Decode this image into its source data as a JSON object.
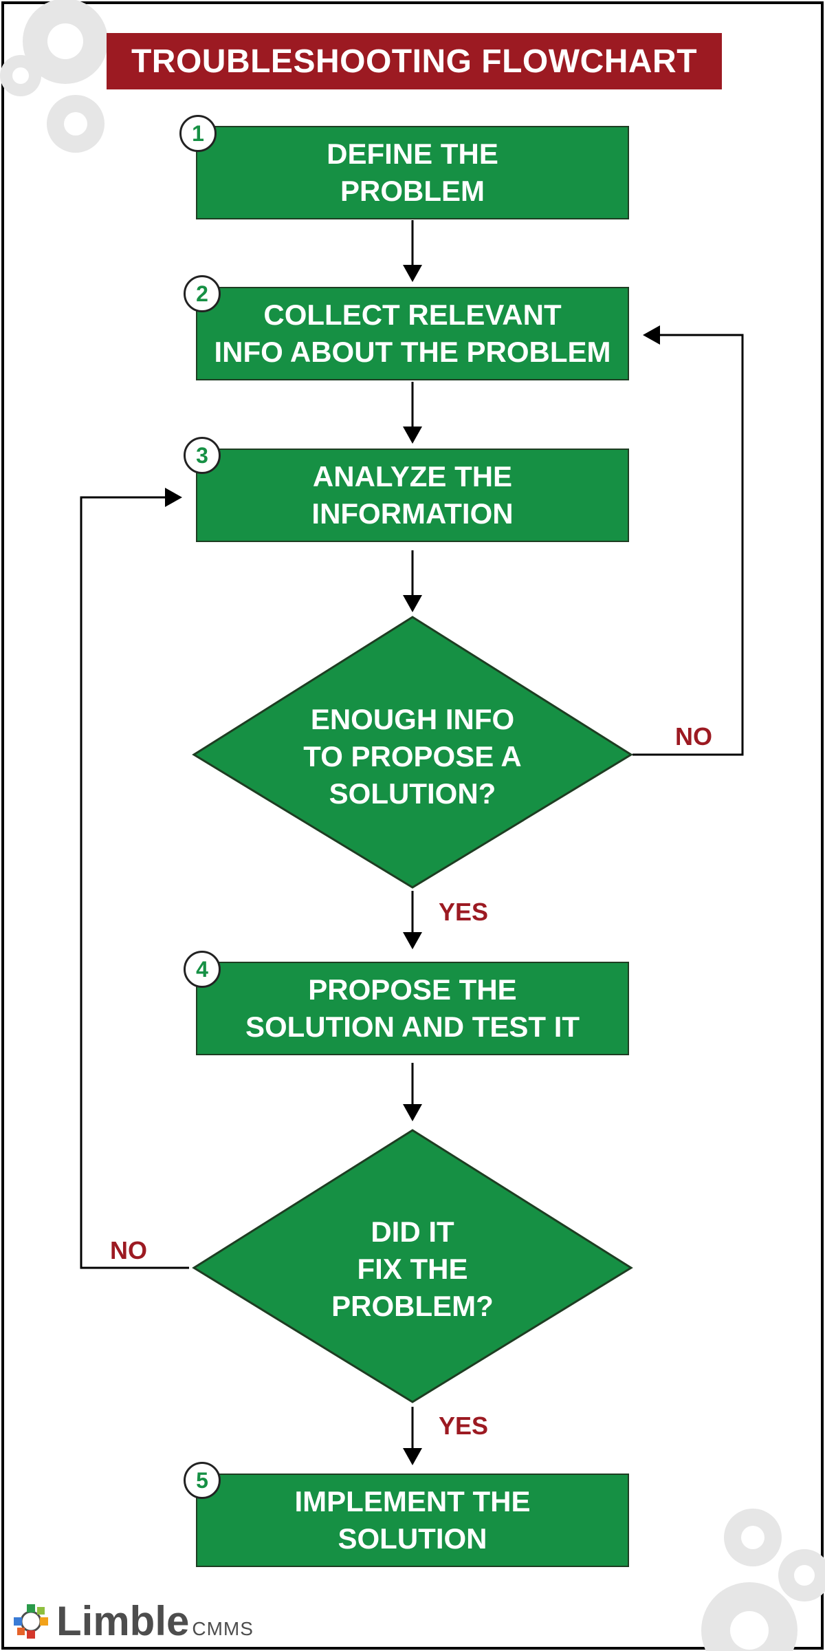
{
  "colors": {
    "title_bg": "#9c1a22",
    "box_fill": "#169044",
    "box_border": "#1e3d22",
    "arrow": "#000000",
    "label_red": "#9c1a22",
    "gear_gray": "#e6e6e6"
  },
  "title": "TROUBLESHOOTING FLOWCHART",
  "steps": [
    {
      "number": "1",
      "text": "DEFINE THE\nPROBLEM"
    },
    {
      "number": "2",
      "text": "COLLECT RELEVANT\nINFO ABOUT THE PROBLEM"
    },
    {
      "number": "3",
      "text": "ANALYZE THE\nINFORMATION"
    },
    {
      "number": "4",
      "text": "PROPOSE THE\nSOLUTION AND TEST IT"
    },
    {
      "number": "5",
      "text": "IMPLEMENT THE\nSOLUTION"
    }
  ],
  "decisions": [
    {
      "text": "ENOUGH INFO\nTO PROPOSE A\nSOLUTION?",
      "no_label": "NO",
      "yes_label": "YES"
    },
    {
      "text": "DID IT\nFIX THE\nPROBLEM?",
      "no_label": "NO",
      "yes_label": "YES"
    }
  ],
  "logo": {
    "name": "Limble",
    "suffix": "CMMS"
  },
  "icons": [
    "gear-icon",
    "limble-logo-icon"
  ]
}
